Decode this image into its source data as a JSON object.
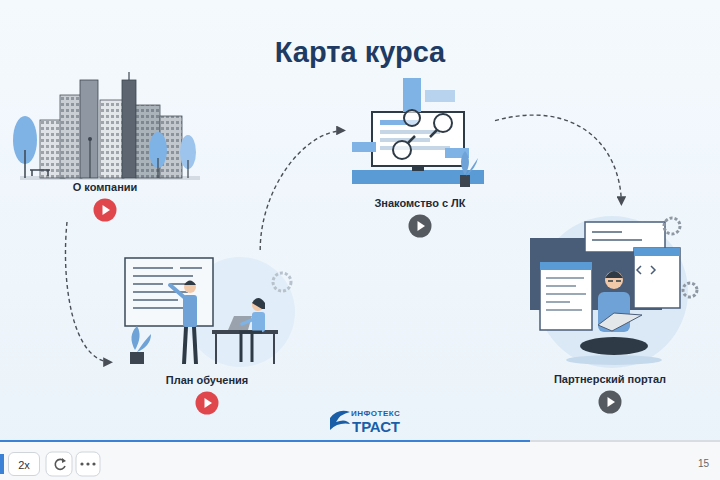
{
  "diagram": {
    "title": "Карта курса",
    "nodes": [
      {
        "text": [
          "О компании"
        ]
      },
      {
        "text": [
          "План обучения"
        ]
      },
      {
        "text": [
          "Знакомство с ЛК"
        ]
      },
      {
        "text": [
          "Партнерский портал"
        ]
      }
    ],
    "edges": [
      {
        "from": 0,
        "to": 1,
        "arrow": "to"
      },
      {
        "from": 1,
        "to": 2,
        "arrow": "to"
      },
      {
        "from": 2,
        "to": 3,
        "arrow": "to"
      }
    ],
    "labels": [
      "ИНФОТЕКС",
      "ТРАСТ",
      "2x",
      "15"
    ]
  }
}
